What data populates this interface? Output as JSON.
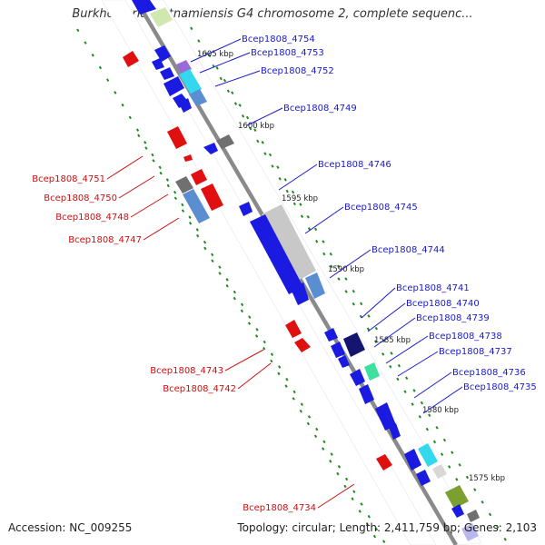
{
  "title": "Burkholderia vietnamiensis G4 chromosome 2, complete sequenc...",
  "footer": {
    "accession": "Accession: NC_009255",
    "topology": "Topology: circular; Length: 2,411,759 bp; Genes: 2,103"
  },
  "colors": {
    "forward_gene": "#1a1ae0",
    "reverse_gene": "#e01010",
    "forward_label": "#1a1acc",
    "reverse_label": "#cc1010",
    "backbone": "#8a8a8a",
    "ruler_dots": "#1f8a1f"
  },
  "kbp_ticks": [
    "1605 kbp",
    "1600 kbp",
    "1595 kbp",
    "1590 kbp",
    "1585 kbp",
    "1580 kbp",
    "1575 kbp"
  ],
  "forward_labels": [
    "Bcep1808_4754",
    "Bcep1808_4753",
    "Bcep1808_4752",
    "Bcep1808_4749",
    "Bcep1808_4746",
    "Bcep1808_4745",
    "Bcep1808_4744",
    "Bcep1808_4741",
    "Bcep1808_4740",
    "Bcep1808_4739",
    "Bcep1808_4738",
    "Bcep1808_4737",
    "Bcep1808_4736",
    "Bcep1808_4735"
  ],
  "reverse_labels": [
    "Bcep1808_4751",
    "Bcep1808_4750",
    "Bcep1808_4748",
    "Bcep1808_4747",
    "Bcep1808_4743",
    "Bcep1808_4742",
    "Bcep1808_4734"
  ]
}
